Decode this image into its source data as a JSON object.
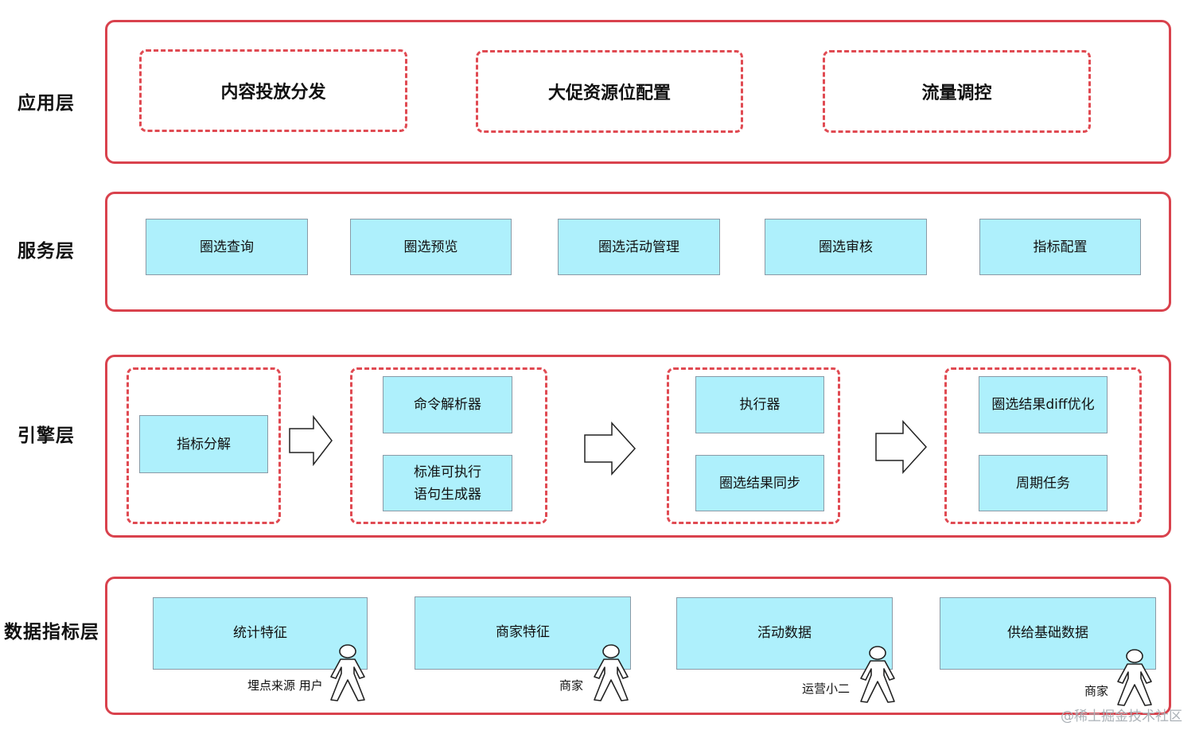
{
  "colors": {
    "frame": "#d9424d",
    "dashed": "#e04a52",
    "box_fill": "#aef0fc",
    "box_border": "#8a9aa6"
  },
  "layers": {
    "application": {
      "label": "应用层",
      "items": [
        "内容投放分发",
        "大促资源位配置",
        "流量调控"
      ]
    },
    "service": {
      "label": "服务层",
      "items": [
        "圈选查询",
        "圈选预览",
        "圈选活动管理",
        "圈选审核",
        "指标配置"
      ]
    },
    "engine": {
      "label": "引擎层",
      "groups": [
        {
          "items": [
            "指标分解"
          ]
        },
        {
          "items": [
            "命令解析器",
            "标准可执行\n语句生成器"
          ]
        },
        {
          "items": [
            "执行器",
            "圈选结果同步"
          ]
        },
        {
          "items": [
            "圈选结果diff优化",
            "周期任务"
          ]
        }
      ],
      "arrow_icon": "right-arrow-icon"
    },
    "data": {
      "label": "数据指标层",
      "items": [
        {
          "name": "统计特征",
          "actor": "埋点来源 用户"
        },
        {
          "name": "商家特征",
          "actor": "商家"
        },
        {
          "name": "活动数据",
          "actor": "运营小二"
        },
        {
          "name": "供给基础数据",
          "actor": "商家"
        }
      ],
      "actor_icon": "stick-figure-icon"
    }
  },
  "watermark": "@稀土掘金技术社区"
}
